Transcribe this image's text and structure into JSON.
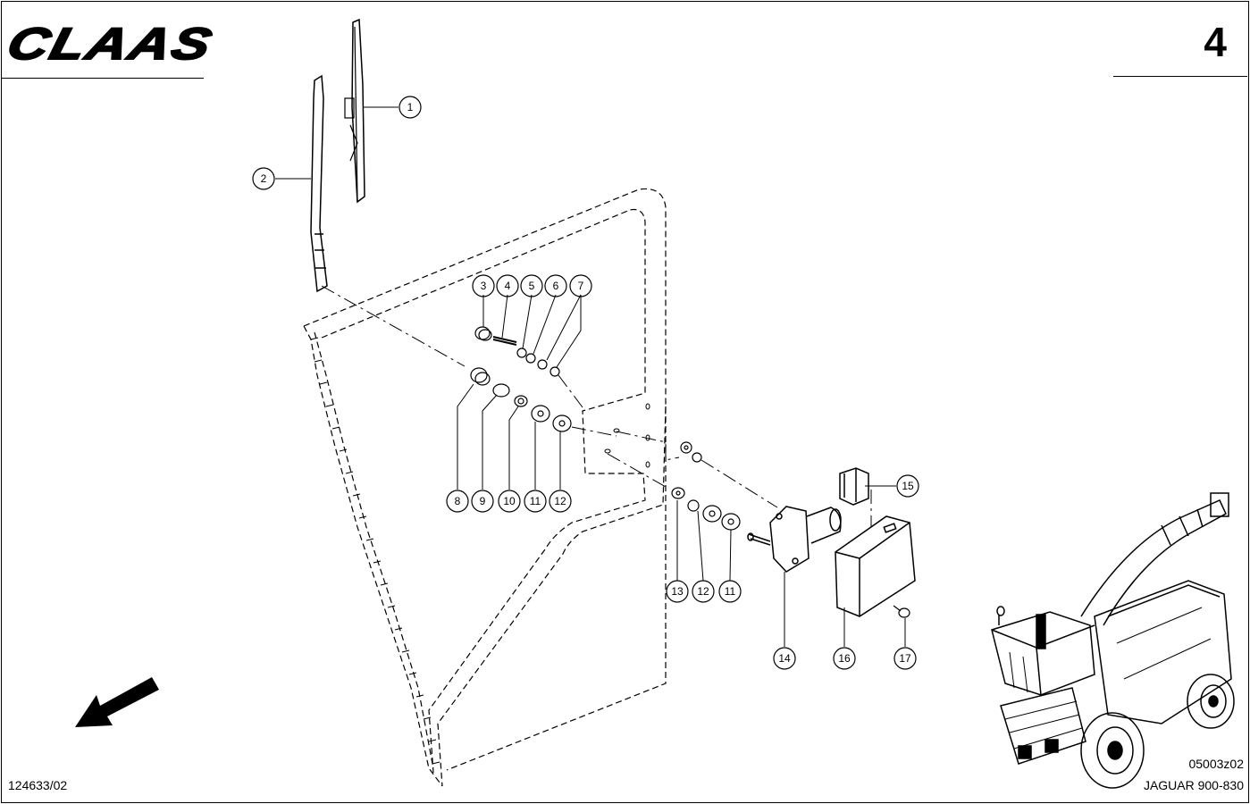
{
  "header": {
    "brand": "CLAAS",
    "page_number": "4"
  },
  "footer": {
    "drawing_number": "124633/02",
    "diagram_code": "05003z02",
    "model": "JAGUAR 900-830"
  },
  "callouts": [
    {
      "id": "1",
      "label": "1"
    },
    {
      "id": "2",
      "label": "2"
    },
    {
      "id": "3",
      "label": "3"
    },
    {
      "id": "4",
      "label": "4"
    },
    {
      "id": "5",
      "label": "5"
    },
    {
      "id": "6",
      "label": "6"
    },
    {
      "id": "7",
      "label": "7"
    },
    {
      "id": "8",
      "label": "8"
    },
    {
      "id": "9",
      "label": "9"
    },
    {
      "id": "10",
      "label": "10"
    },
    {
      "id": "11a",
      "label": "11"
    },
    {
      "id": "12a",
      "label": "12"
    },
    {
      "id": "13",
      "label": "13"
    },
    {
      "id": "12b",
      "label": "12"
    },
    {
      "id": "11b",
      "label": "11"
    },
    {
      "id": "14",
      "label": "14"
    },
    {
      "id": "15",
      "label": "15"
    },
    {
      "id": "16",
      "label": "16"
    },
    {
      "id": "17",
      "label": "17"
    }
  ],
  "icons": {
    "direction": "arrow-down-left-icon",
    "machine": "forage-harvester-icon"
  }
}
